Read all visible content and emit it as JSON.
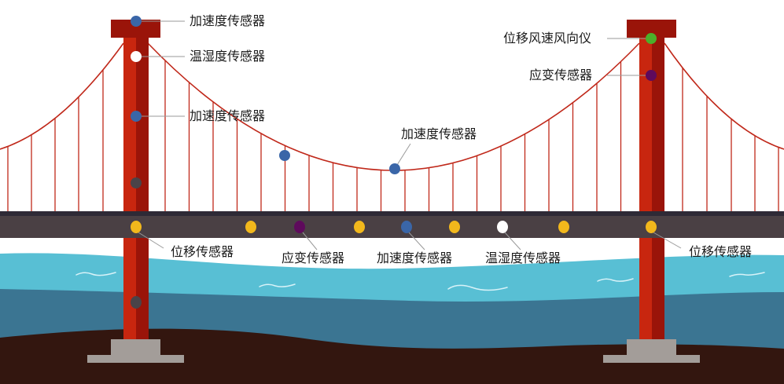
{
  "colors": {
    "tower_light": "#c8260f",
    "tower_dark": "#9a1409",
    "cable": "#c0281a",
    "deck": "#4a4044",
    "deck_top": "#2e2a36",
    "water_light": "#58bfd4",
    "water_dark": "#3b7592",
    "ground": "#33160f",
    "base": "#a39d99",
    "leader": "#9a9a9a",
    "sensor_accel": "#3a66a8",
    "sensor_humidity": "#ffffff",
    "sensor_wind": "#4caf2a",
    "sensor_strain": "#5e0a5c",
    "sensor_displacement": "#f2b81c",
    "sensor_other": "#4a4348"
  },
  "labels": {
    "tower_top_accel": "加速度传感器",
    "tower_humidity": "温湿度传感器",
    "tower_mid_accel": "加速度传感器",
    "cable_accel": "加速度传感器",
    "right_wind": "位移风速风向仪",
    "right_strain": "应变传感器",
    "left_displacement": "位移传感器",
    "deck_strain": "应变传感器",
    "deck_accel": "加速度传感器",
    "deck_humidity": "温湿度传感器",
    "right_displacement": "位移传感器"
  }
}
